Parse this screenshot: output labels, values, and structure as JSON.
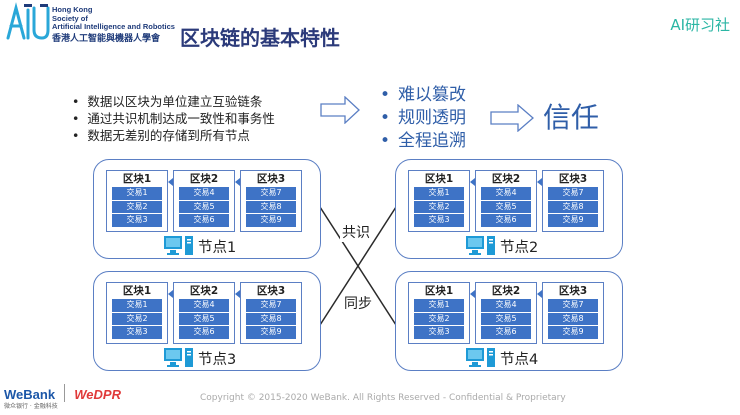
{
  "logo": {
    "lines": [
      "Hong Kong",
      "Society of",
      "Artificial Intelligence and Robotics"
    ],
    "chinese": "香港人工智能與機器人學會"
  },
  "title": "区块链的基本特性",
  "brand": "AI研习社",
  "bullets": [
    "数据以区块为单位建立互验链条",
    "通过共识机制达成一致性和事务性",
    "数据无差别的存储到所有节点"
  ],
  "properties": [
    "难以篡改",
    "规则透明",
    "全程追溯"
  ],
  "result": "信任",
  "consensus_label": "共识",
  "sync_label": "同步",
  "nodes": [
    {
      "label": "节点1"
    },
    {
      "label": "节点2"
    },
    {
      "label": "节点3"
    },
    {
      "label": "节点4"
    }
  ],
  "blocks": [
    {
      "title": "区块1",
      "tx": [
        "交易1",
        "交易2",
        "交易3"
      ]
    },
    {
      "title": "区块2",
      "tx": [
        "交易4",
        "交易5",
        "交易6"
      ]
    },
    {
      "title": "区块3",
      "tx": [
        "交易7",
        "交易8",
        "交易9"
      ]
    }
  ],
  "footer": "Copyright © 2015-2020 WeBank. All Rights Reserved - Confidential & Proprietary",
  "footer_brand": {
    "webank": "WeBank",
    "webank_sub": "微众银行 · 金融科技",
    "wedpr": "WeDPR"
  },
  "colors": {
    "accent": "#2f5ea8",
    "block_border": "#5b7fc4",
    "tx_fill": "#3e73c6",
    "title": "#2b3a7a",
    "brand": "#2bb6a4"
  }
}
